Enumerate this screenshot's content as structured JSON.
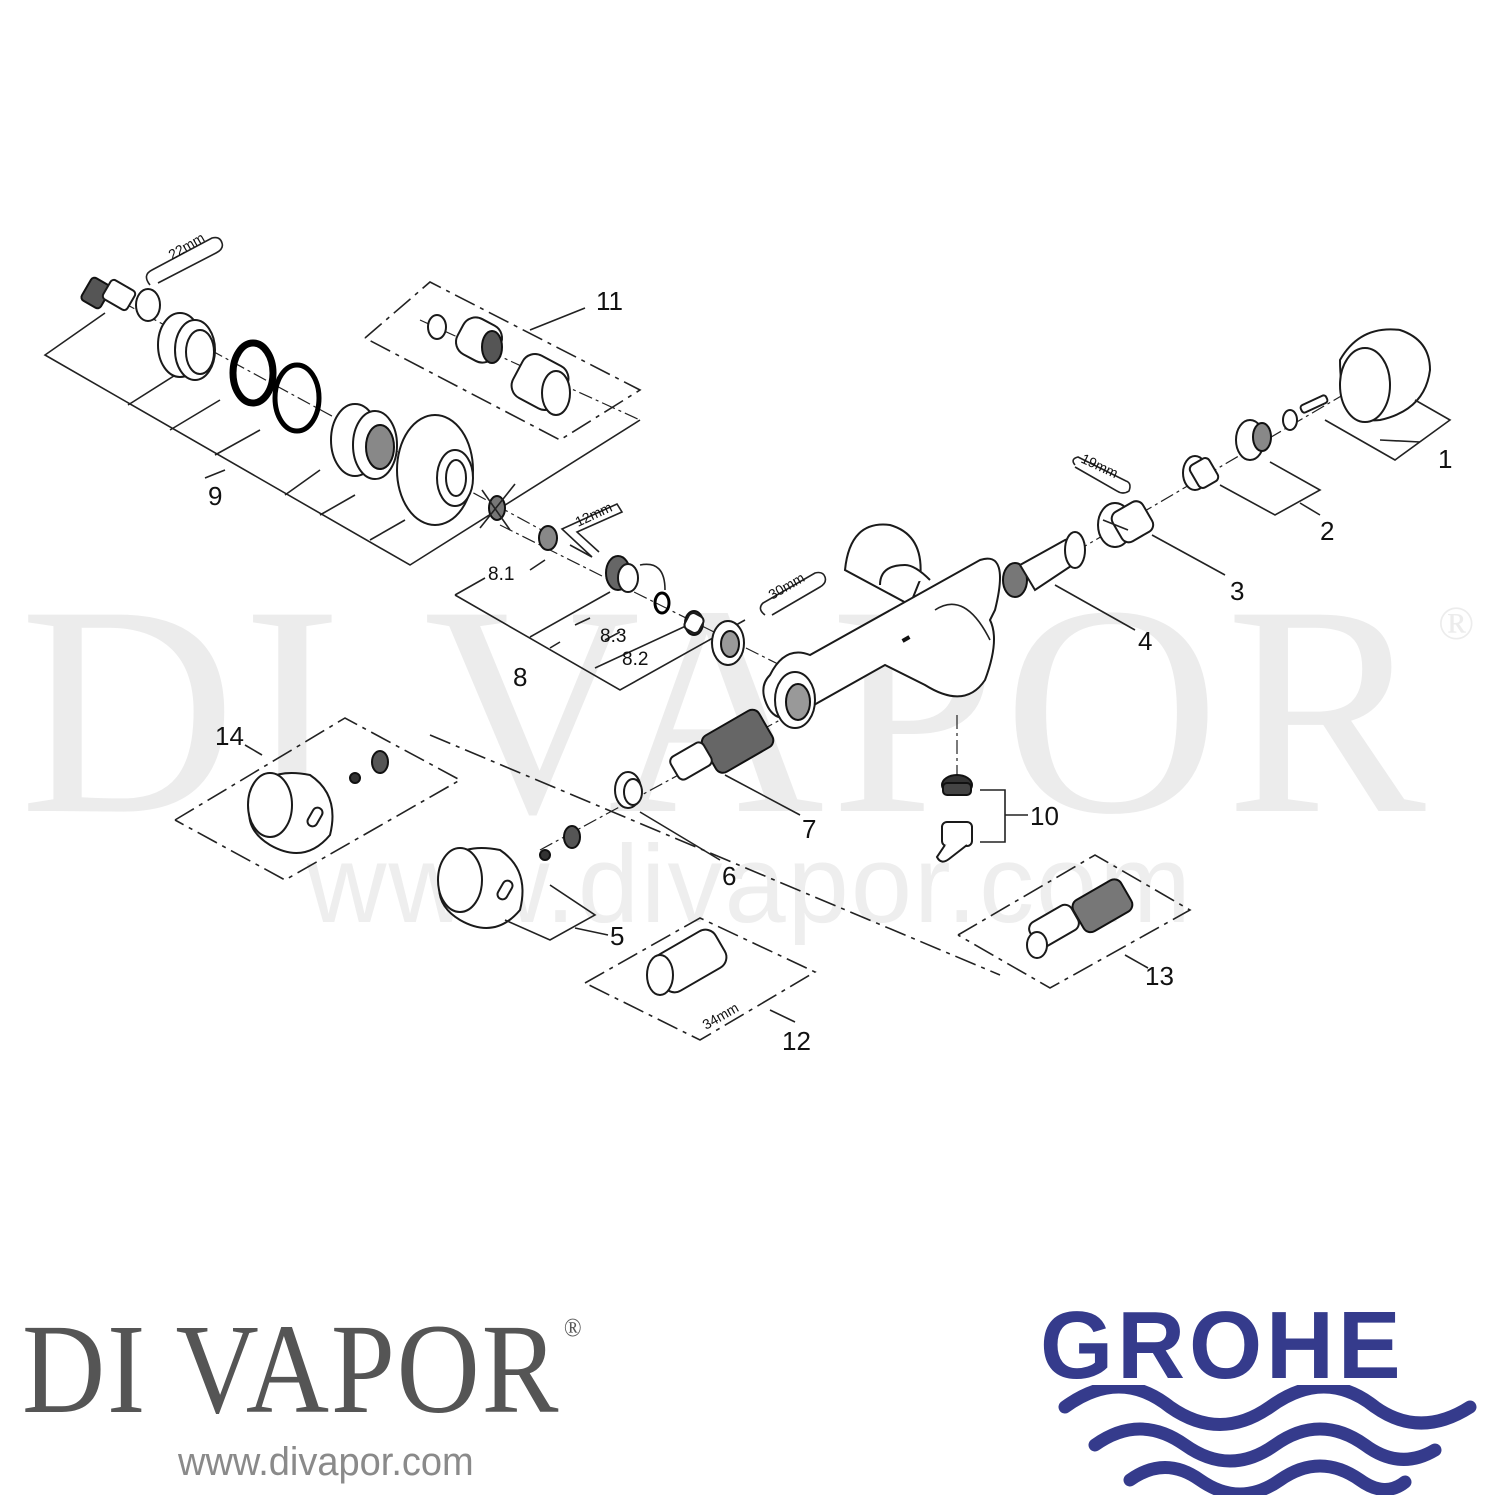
{
  "watermark": {
    "brand": "DI VAPOR",
    "registered": "®",
    "url": "www.divapor.com"
  },
  "diagram": {
    "title": "Grohe thermostatic bath/shower mixer exploded parts diagram",
    "part_labels": {
      "p1": "1",
      "p2": "2",
      "p3": "3",
      "p4": "4",
      "p5": "5",
      "p6": "6",
      "p7": "7",
      "p8": "8",
      "p8_1": "8.1",
      "p8_2": "8.2",
      "p8_3": "8.3",
      "p9": "9",
      "p10": "10",
      "p11": "11",
      "p12": "12",
      "p13": "13",
      "p14": "14"
    },
    "tool_sizes": {
      "spanner_22": "22mm",
      "allen_12": "12mm",
      "spanner_30": "30mm",
      "spanner_19": "19mm",
      "spanner_34": "34mm"
    }
  },
  "footer": {
    "divapor_logo": "DI VAPOR",
    "divapor_registered": "®",
    "divapor_url": "www.divapor.com",
    "grohe_logo": "GROHE",
    "grohe_color": "#353B8C",
    "divapor_color": "#555555"
  }
}
